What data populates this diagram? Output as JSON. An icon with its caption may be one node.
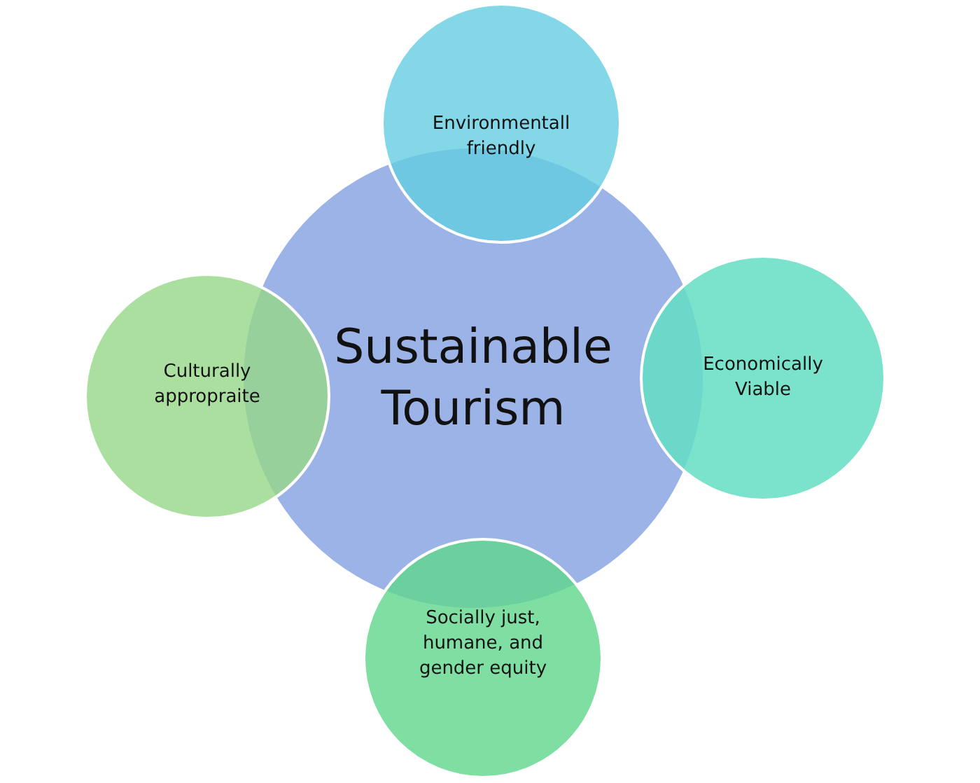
{
  "diagram": {
    "nodes": [
      {
        "text": [
          "Sustainable Tourism"
        ]
      },
      {
        "text": [
          "Environmentall friendly"
        ]
      },
      {
        "text": [
          "Culturally appropraite"
        ]
      },
      {
        "text": [
          "Economically Viable"
        ]
      },
      {
        "text": [
          "Socially just, humane, and gender equity"
        ]
      }
    ]
  }
}
